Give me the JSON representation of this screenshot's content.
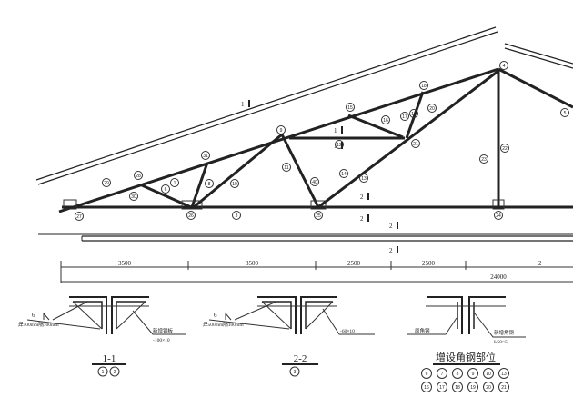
{
  "section_marks": {
    "a": "1",
    "b": "1",
    "c": "1",
    "d": "2",
    "e": "2",
    "f": "2",
    "g": "2"
  },
  "member_numbers": {
    "n27": "27",
    "n29": "29",
    "n28": "28",
    "n26": "26",
    "n30": "30",
    "n6": "6",
    "n1": "1",
    "n8": "8",
    "n10": "10",
    "n31": "31",
    "n3": "3",
    "n11": "11",
    "n40": "40",
    "n25": "25",
    "n9": "9",
    "n14": "14",
    "n13": "13",
    "n12": "12",
    "n15": "15",
    "n16": "16",
    "n17": "17",
    "n18": "18",
    "n19": "19",
    "n20": "20",
    "n21": "21",
    "n24": "24",
    "n22": "22",
    "n23": "23",
    "n4": "4",
    "n5": "5"
  },
  "dimensions": {
    "d1": "3500",
    "d2": "3500",
    "d3": "2500",
    "d4": "2500",
    "d5": "2",
    "total": "24000"
  },
  "sections": [
    {
      "title": "1-1",
      "weld_size": "6",
      "weld_note": "焊500mm隔100mm",
      "plate_label": "新增钢板",
      "plate_size": "-100×10",
      "members": [
        "1",
        "2"
      ]
    },
    {
      "title": "2-2",
      "weld_size": "6",
      "weld_note": "焊500mm隔100mm",
      "plate_size": "-60×10",
      "members": [
        "3"
      ]
    },
    {
      "title": "增设角钢部位",
      "original_label": "原角钢",
      "new_label": "新增角钢",
      "new_size": "L50×5",
      "members": [
        "6",
        "7",
        "8",
        "9",
        "10",
        "13",
        "16",
        "17",
        "18",
        "19",
        "20",
        "21"
      ]
    }
  ]
}
